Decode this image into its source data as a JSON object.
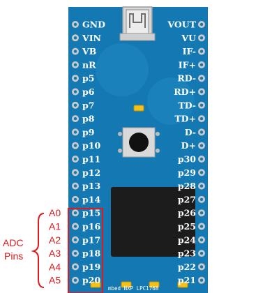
{
  "board": {
    "name": "mbed NXP LPC1768",
    "colors": {
      "pcb": "#1479b3",
      "pcb_shade": "#1f88c0",
      "pin_ring": "#c9c9c9",
      "pin_hole": "#1479b3",
      "chip": "#1c1c1c",
      "led": "#f3c21a",
      "highlight": "#e0191d"
    },
    "left_pins": [
      "GND",
      "VIN",
      "VB",
      "nR",
      "p5",
      "p6",
      "p7",
      "p8",
      "p9",
      "p10",
      "p11",
      "p12",
      "p13",
      "p14",
      "p15",
      "p16",
      "p17",
      "p18",
      "p19",
      "p20"
    ],
    "right_pins": [
      "VOUT",
      "VU",
      "IF-",
      "IF+",
      "RD-",
      "RD+",
      "TD-",
      "TD+",
      "D-",
      "D+",
      "p30",
      "p29",
      "p28",
      "p27",
      "p26",
      "p25",
      "p24",
      "p23",
      "p22",
      "p21"
    ],
    "label": "mbed NXP LPC1768"
  },
  "adc": {
    "title_line1": "ADC",
    "title_line2": "Pins",
    "channels": [
      "A0",
      "A1",
      "A2",
      "A3",
      "A4",
      "A5"
    ]
  }
}
